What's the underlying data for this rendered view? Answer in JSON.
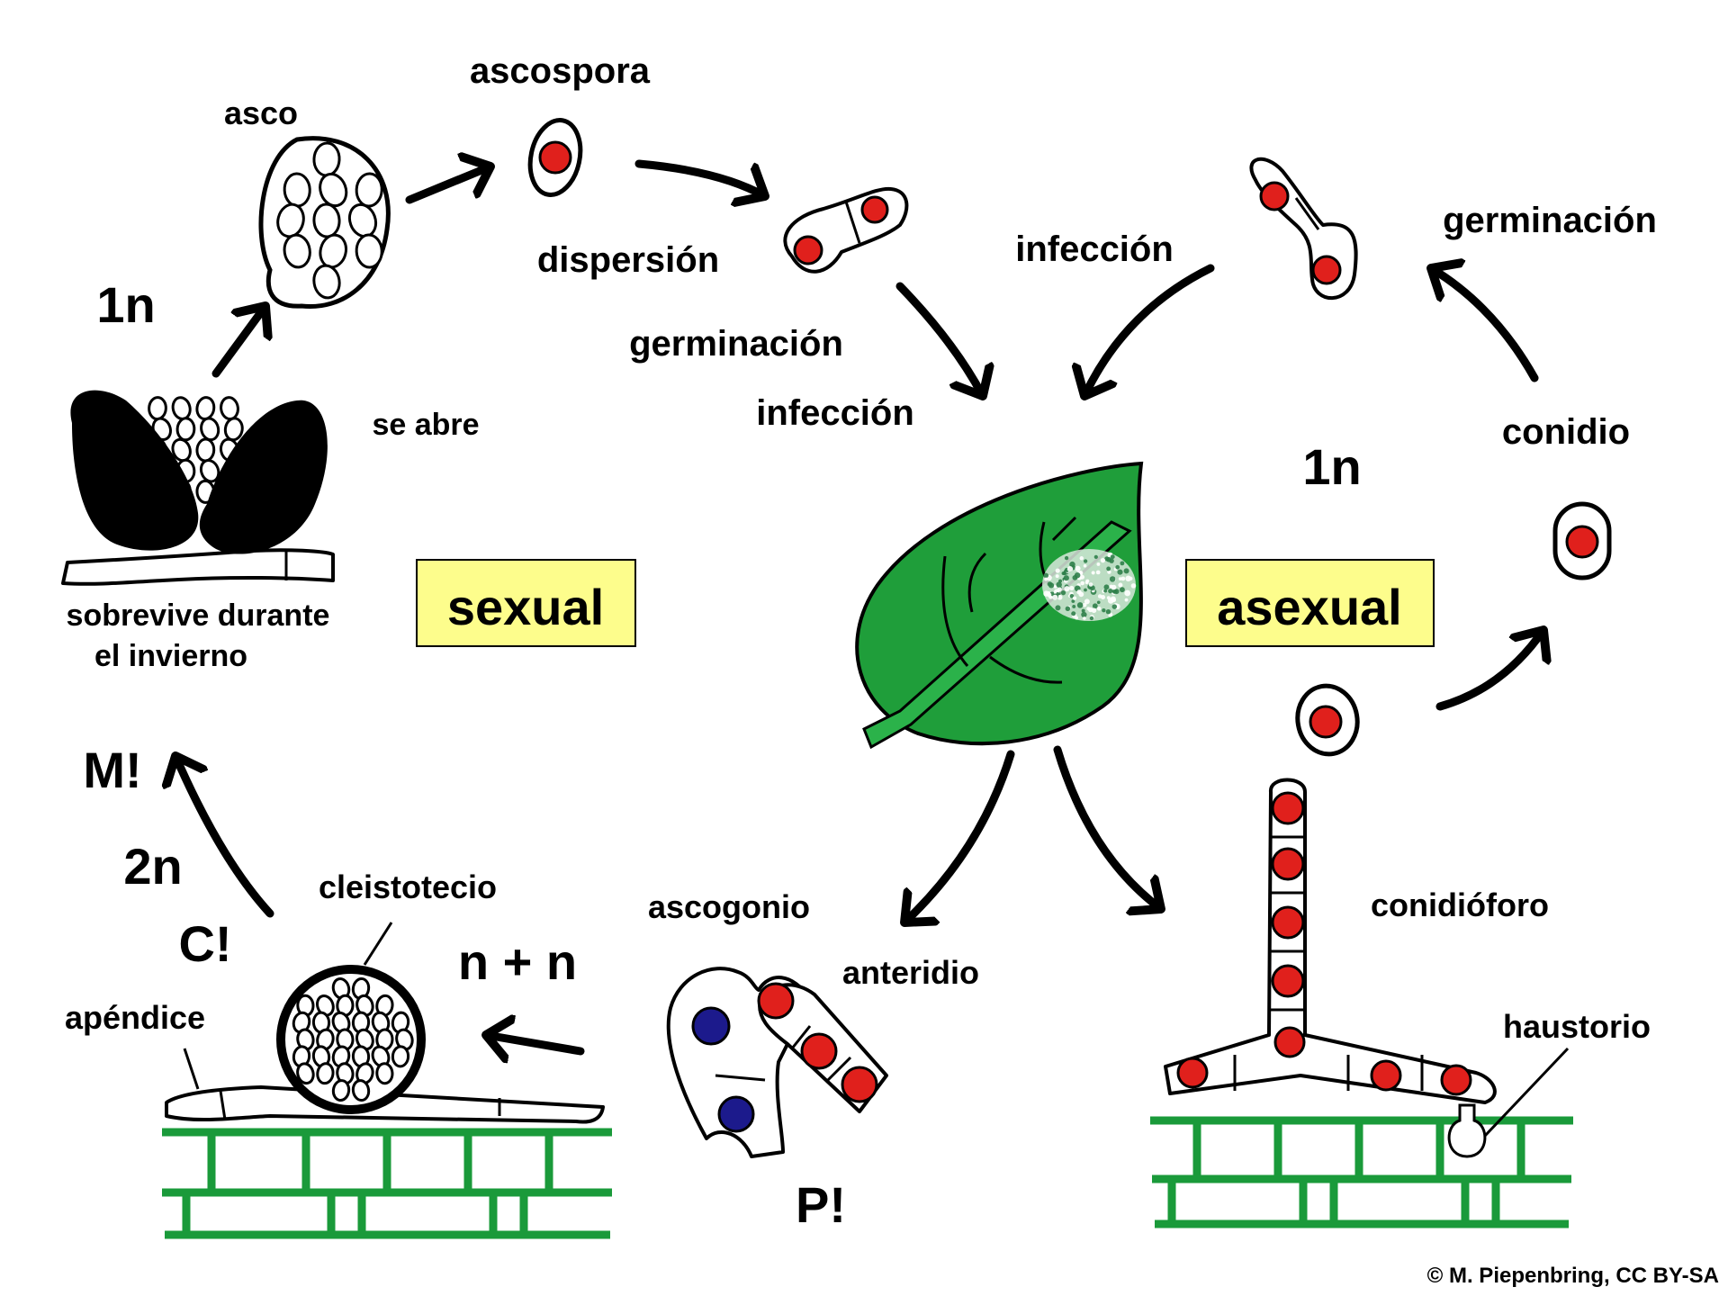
{
  "labels": {
    "asco": "asco",
    "ascospora": "ascospora",
    "dispersion": "dispersión",
    "germinacion_sexual": "germinación",
    "infeccion_sexual": "infección",
    "infeccion_asexual": "infección",
    "germinacion_asexual": "germinación",
    "conidio": "conidio",
    "se_abre": "se abre",
    "sobrevive_1": "sobrevive durante",
    "sobrevive_2": "el invierno",
    "cleistotecio": "cleistotecio",
    "apendice": "apéndice",
    "ascogonio": "ascogonio",
    "anteridio": "anteridio",
    "conidioforo": "conidióforo",
    "haustorio": "haustorio"
  },
  "phase_boxes": {
    "sexual": "sexual",
    "asexual": "asexual"
  },
  "ploidy": {
    "one_n_left": "1n",
    "one_n_right": "1n",
    "two_n": "2n",
    "n_plus_n": "n + n"
  },
  "events": {
    "meiosis": "M!",
    "karyogamy": "C!",
    "plasmogamy": "P!"
  },
  "credit": "© M. Piepenbring, CC BY-SA",
  "colors": {
    "leaf": "#1f9e3a",
    "host_cells": "#1a9a3a",
    "nucleus_haploid": "#e0201c",
    "nucleus_ascogonium": "#1c1a8c",
    "phase_box": "#fdfd8c"
  }
}
